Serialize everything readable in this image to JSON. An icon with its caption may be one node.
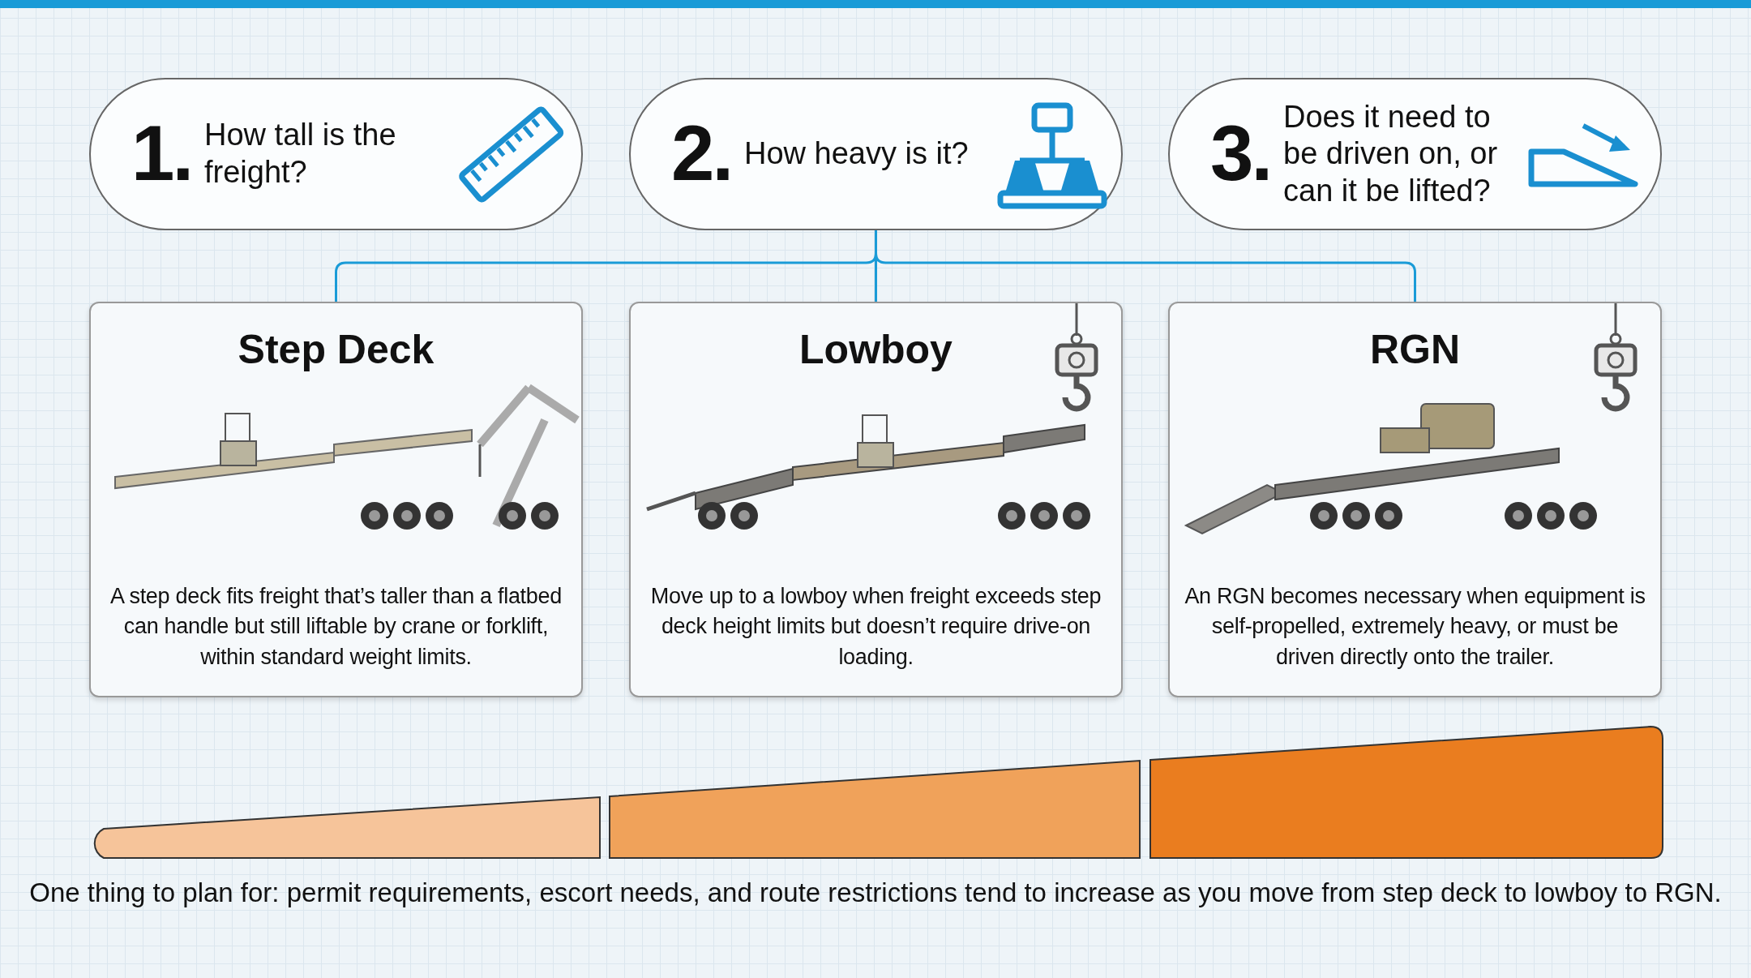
{
  "diagram": {
    "nodes": [
      {
        "text": [
          "1.",
          "How tall is the freight?"
        ]
      },
      {
        "text": [
          "2.",
          "How heavy is it?"
        ]
      },
      {
        "text": [
          "3.",
          "Does it need to be driven on, or can it be lifted?"
        ]
      },
      {
        "text": [
          "Step Deck",
          "A step deck fits freight that’s taller than a flatbed can handle but still liftable by crane or forklift, within standard weight limits."
        ]
      },
      {
        "text": [
          "Lowboy",
          "Move up to a lowboy when freight exceeds step deck height limits but doesn’t require drive-on loading."
        ]
      },
      {
        "text": [
          "RGN",
          "An RGN becomes necessary when equipment is self-propelled, extremely heavy, or must be driven directly onto the trailer."
        ]
      }
    ],
    "edges": [
      {
        "from": 1,
        "to": 3,
        "arrow": "none"
      },
      {
        "from": 1,
        "to": 4,
        "arrow": "none"
      },
      {
        "from": 1,
        "to": 5,
        "arrow": "none"
      }
    ],
    "labels": [
      "One thing to plan for: permit requirements, escort needs, and route restrictions tend to increase as you move from step deck to lowboy to RGN."
    ]
  }
}
